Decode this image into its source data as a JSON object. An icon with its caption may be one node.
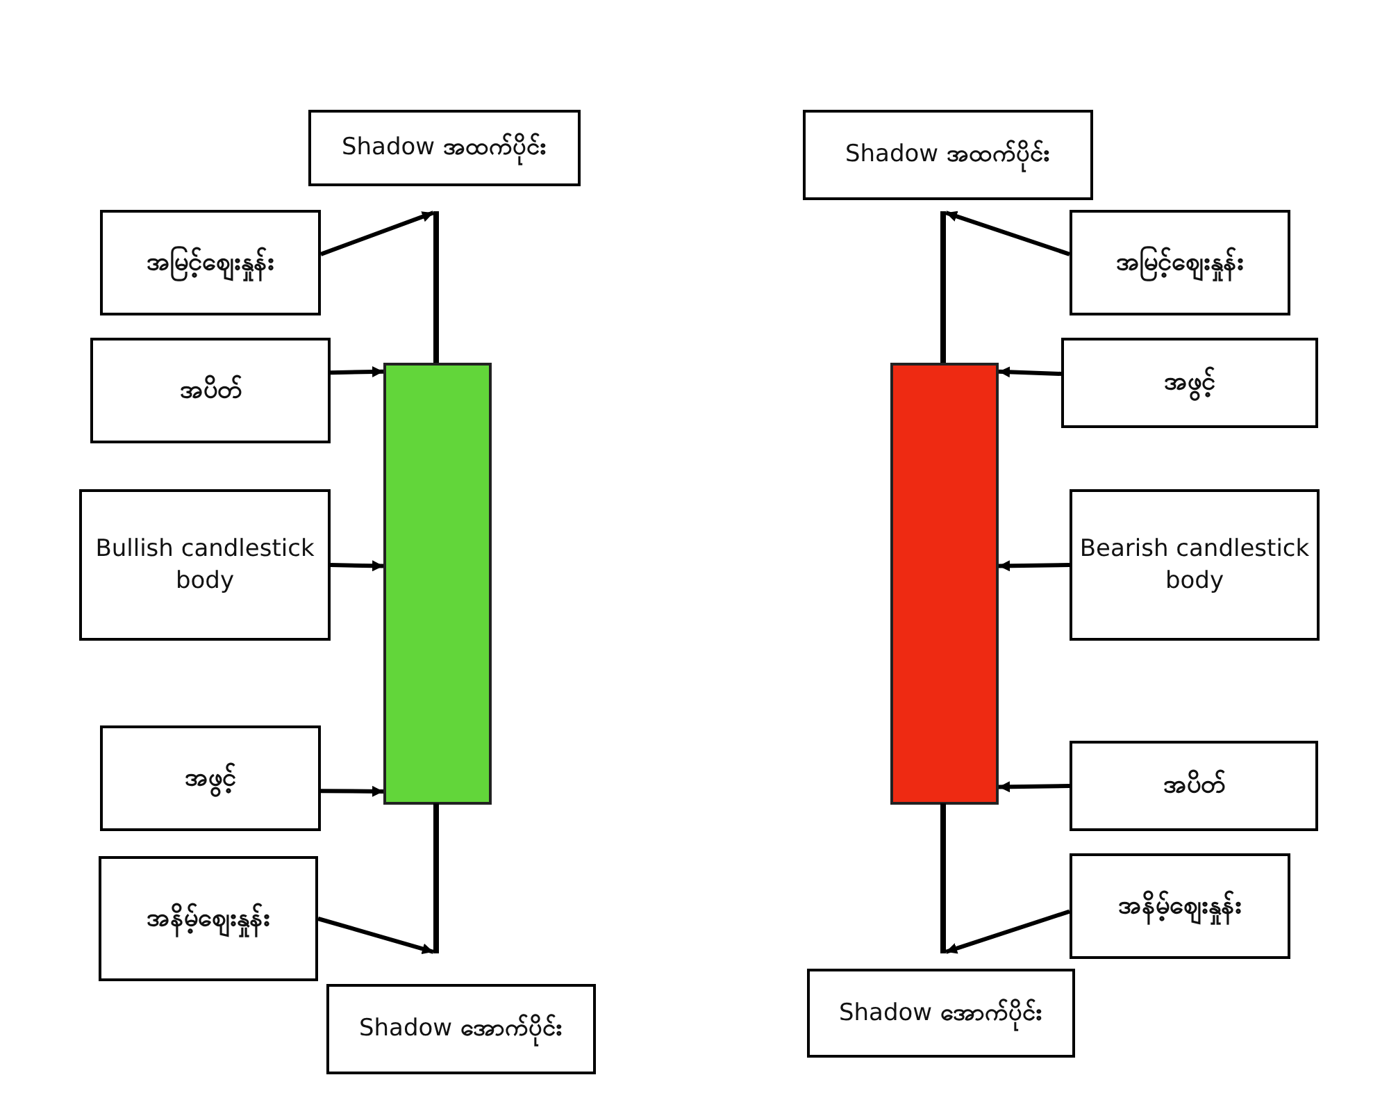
{
  "diagram": {
    "nodes": [
      {
        "text": [
          "Shadow **အထက်ပိုင်း**"
        ]
      },
      {
        "text": [
          "အမြင့်ဈေးနှုန်း"
        ]
      },
      {
        "text": [
          "အပိတ်"
        ]
      },
      {
        "text": [
          "Bullish candlestick body"
        ]
      },
      {
        "text": [
          "အဖွင့်"
        ]
      },
      {
        "text": [
          "အနိမ့်ဈေးနှုန်း"
        ]
      },
      {
        "text": [
          "Shadow **အောက်ပိုင်း**"
        ]
      },
      {
        "text": [],
        "shape": "bar"
      },
      {
        "text": [],
        "shape": "line"
      },
      {
        "text": [],
        "shape": "line"
      },
      {
        "text": [
          "Shadow **အထက်ပိုင်း**"
        ]
      },
      {
        "text": [
          "အမြင့်ဈေးနှုန်း"
        ]
      },
      {
        "text": [
          "အဖွင့်"
        ]
      },
      {
        "text": [
          "Bearish candlestick body"
        ]
      },
      {
        "text": [
          "အပိတ်"
        ]
      },
      {
        "text": [
          "အနိမ့်ဈေးနှုန်း"
        ]
      },
      {
        "text": [
          "Shadow **အောက်ပိုင်း**"
        ]
      },
      {
        "text": [],
        "shape": "bar"
      },
      {
        "text": [],
        "shape": "line"
      },
      {
        "text": [],
        "shape": "line"
      }
    ],
    "edges": [
      {
        "from": 1,
        "to": 8,
        "arrow": "to"
      },
      {
        "from": 2,
        "to": 7,
        "arrow": "to"
      },
      {
        "from": 3,
        "to": 7,
        "arrow": "to"
      },
      {
        "from": 4,
        "to": 7,
        "arrow": "to"
      },
      {
        "from": 5,
        "to": 9,
        "arrow": "to"
      },
      {
        "from": 11,
        "to": 18,
        "arrow": "to"
      },
      {
        "from": 12,
        "to": 17,
        "arrow": "to"
      },
      {
        "from": 13,
        "to": 17,
        "arrow": "to"
      },
      {
        "from": 14,
        "to": 17,
        "arrow": "to"
      },
      {
        "from": 15,
        "to": 19,
        "arrow": "to"
      }
    ]
  }
}
